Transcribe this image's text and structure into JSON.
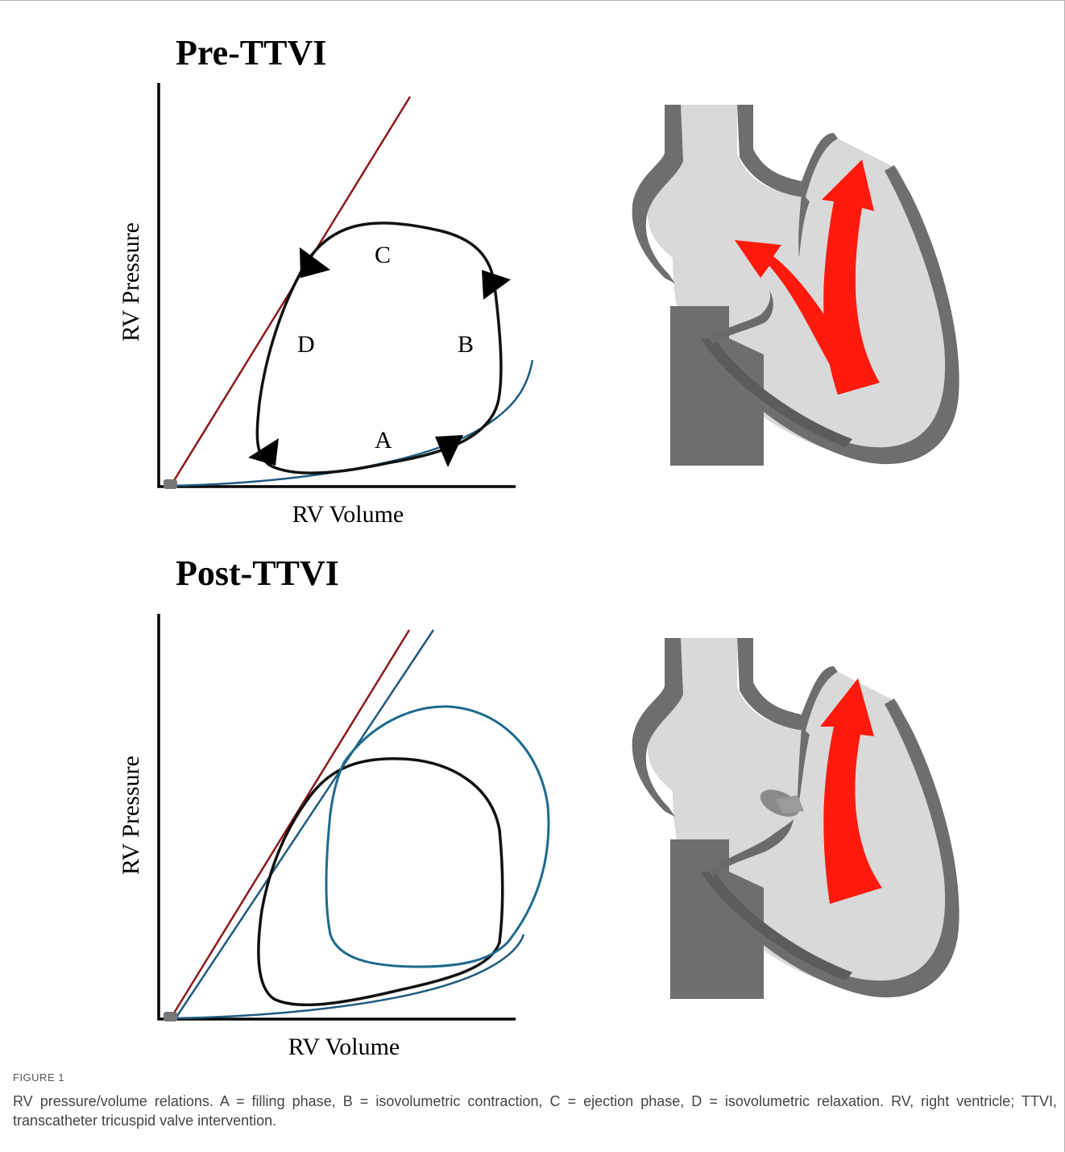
{
  "panels": {
    "pre": {
      "title": "Pre-TTVI",
      "y_axis_label": "RV Pressure",
      "x_axis_label": "RV Volume",
      "phases": {
        "A": "A",
        "B": "B",
        "C": "C",
        "D": "D"
      }
    },
    "post": {
      "title": "Post-TTVI",
      "y_axis_label": "RV Pressure",
      "x_axis_label": "RV Volume"
    }
  },
  "caption": {
    "label": "FIGURE 1",
    "text": "RV pressure/volume relations. A = filling phase, B = isovolumetric contraction, C = ejection phase, D = isovolumetric relaxation. RV, right ventricle; TTVI, transcatheter tricuspid valve intervention."
  },
  "colors": {
    "esPVR_line": "#8b1a1a",
    "edpvr_curve": "#1f5a80",
    "post_loop": "#1e6a8c",
    "loop": "#111111",
    "heart_wall": "#6e6e6e",
    "heart_chamber": "#d9d9d9",
    "flow_arrow": "#ff1a0d"
  }
}
